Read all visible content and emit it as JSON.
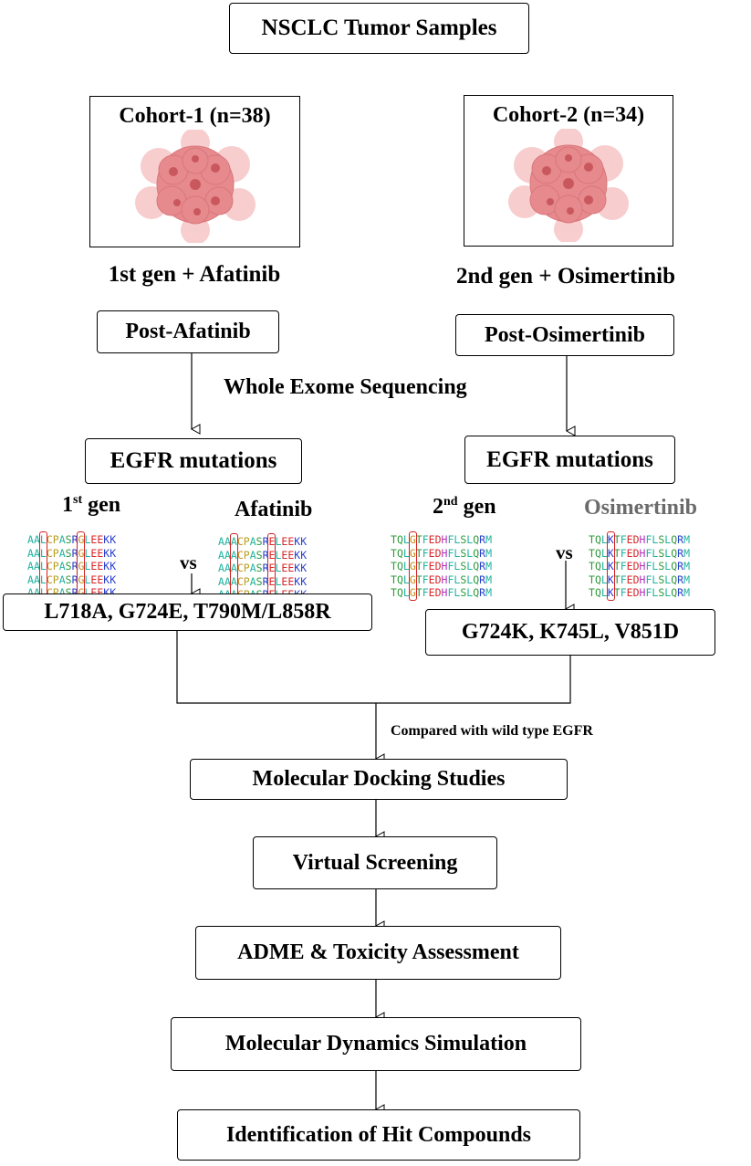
{
  "top_box": "NSCLC Tumor Samples",
  "cohort1": {
    "title": "Cohort-1 (n=38)",
    "treatment": "1st gen + Afatinib",
    "post": "Post-Afatinib",
    "mutations_box": "EGFR mutations",
    "gen_label_main": "1",
    "gen_label_sup": "st",
    "gen_label_rest": " gen",
    "drug_label": "Afatinib",
    "seq_left": [
      "AALCPASRGLEEKK",
      "AALCPASRGLEEKK",
      "AALCPASRGLEEKK",
      "AALCPASRGLEEKK",
      "AALCPASRGLEEKK"
    ],
    "seq_right": [
      "AAACPASRELEEKK",
      "AAACPASRELEEKK",
      "AAACPASRELEEKK",
      "AAACPASRELEEKK",
      "AAACPASRELEEKK"
    ],
    "result": "L718A, G724E, T790M/L858R"
  },
  "cohort2": {
    "title": "Cohort-2 (n=34)",
    "treatment": "2nd gen + Osimertinib",
    "post": "Post-Osimertinib",
    "mutations_box": "EGFR mutations",
    "gen_label_main": "2",
    "gen_label_sup": "nd",
    "gen_label_rest": " gen",
    "drug_label": "Osimertinib",
    "seq_left": [
      "TQLGTFEDHFLSLQRM",
      "TQLGTFEDHFLSLQRM",
      "TQLGTFEDHFLSLQRM",
      "TQLGTFEDHFLSLQRM",
      "TQLGTFEDHFLSLQRM"
    ],
    "seq_right": [
      "TQLKTFEDHFLSLQRM",
      "TQLKTFEDHFLSLQRM",
      "TQLKTFEDHFLSLQRM",
      "TQLKTFEDHFLSLQRM",
      "TQLKTFEDHFLSLQRM"
    ],
    "result": "G724K, K745L, V851D"
  },
  "vs_label": "vs",
  "wes_label": "Whole Exome Sequencing",
  "compare_label": "Compared with wild type EGFR",
  "pipeline": [
    "Molecular Docking Studies",
    "Virtual Screening",
    "ADME & Toxicity Assessment",
    "Molecular Dynamics Simulation",
    "Identification of Hit Compounds"
  ],
  "colors": {
    "highlight_box": "#d32020",
    "tumor_light": "#f2a5a7",
    "tumor_mid": "#e68a8d",
    "tumor_dark": "#c9585e",
    "osimertinib_label": "#6b6b6b"
  }
}
